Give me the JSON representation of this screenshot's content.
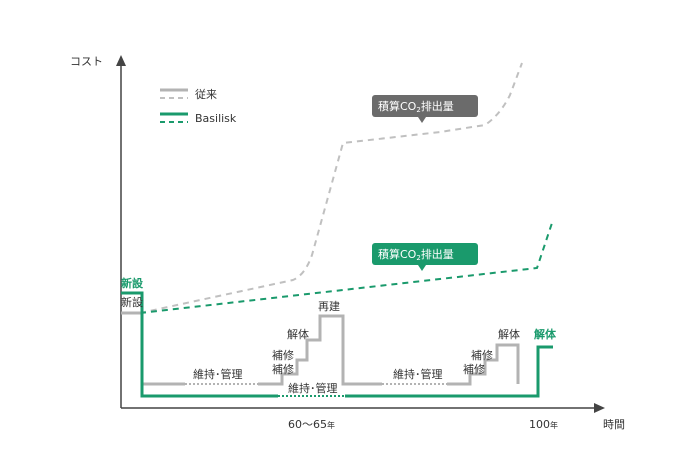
{
  "chart_data": {
    "type": "line",
    "yaxis_label": "コスト",
    "xaxis_label": "時間",
    "x_ticks": [
      {
        "label": "60〜65",
        "unit": "年"
      },
      {
        "label": "100",
        "unit": "年",
        "color": "#1a9a6c"
      }
    ],
    "legend": [
      {
        "label": "従来",
        "color": "#b3b3b3"
      },
      {
        "label": "Basilisk",
        "color": "#1a9a6c"
      }
    ],
    "series": [
      {
        "name": "従来",
        "kind": "cumulative_co2",
        "style": "dashed",
        "color": "#c0c0c0",
        "callout": {
          "pre": "積算CO",
          "sub": "2",
          "post": "排出量",
          "bg": "#6b6b6b"
        }
      },
      {
        "name": "Basilisk",
        "kind": "cumulative_co2",
        "style": "dashed",
        "color": "#1a9a6c",
        "callout": {
          "pre": "積算CO",
          "sub": "2",
          "post": "排出量",
          "bg": "#1a9a6c"
        }
      },
      {
        "name": "従来",
        "kind": "cost",
        "style": "solid",
        "color": "#b3b3b3"
      },
      {
        "name": "Basilisk",
        "kind": "cost",
        "style": "solid",
        "color": "#1a9a6c"
      }
    ],
    "annotations": {
      "new_build_green": "新設",
      "new_build_gray": "新設",
      "maint1": "維持･管理",
      "repair_a1": "補修",
      "repair_b1": "補修",
      "dismantle1": "解体",
      "rebuild": "再建",
      "maint_green": "維持･管理",
      "maint2": "維持･管理",
      "repair_a2": "補修",
      "repair_b2": "補修",
      "dismantle2": "解体",
      "dismantle_green": "解体"
    }
  }
}
